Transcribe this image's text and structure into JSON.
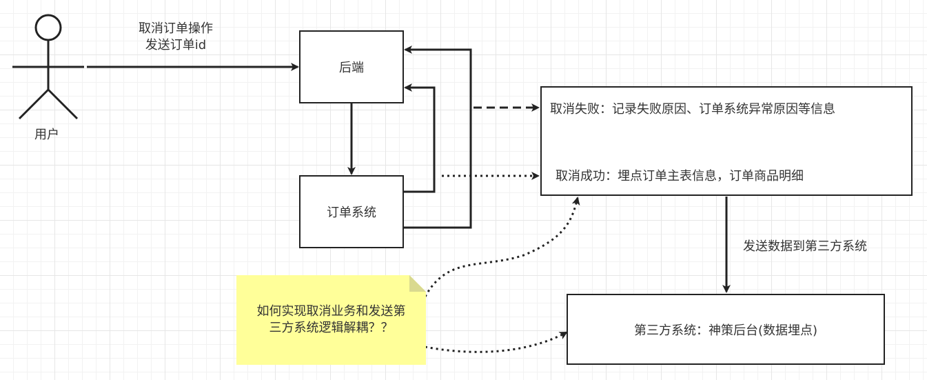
{
  "actor": {
    "name": "用户"
  },
  "edges": {
    "user_to_backend_line1": "取消订单操作",
    "user_to_backend_line2": "发送订单id",
    "to_third_party": "发送数据到第三方系统"
  },
  "nodes": {
    "backend": "后端",
    "order_system": "订单系统",
    "result_failure": "取消失败：记录失败原因、订单系统异常原因等信息",
    "result_success": "取消成功：埋点订单主表信息，订单商品明细",
    "third_party": "第三方系统：神策后台(数据埋点)"
  },
  "note": {
    "line1": "如何实现取消业务和发送第",
    "line2": "三方系统逻辑解耦？？",
    "fill": "#ffff99",
    "fold": "#d9d98f"
  },
  "colors": {
    "stroke": "#222222",
    "text": "#333333"
  }
}
